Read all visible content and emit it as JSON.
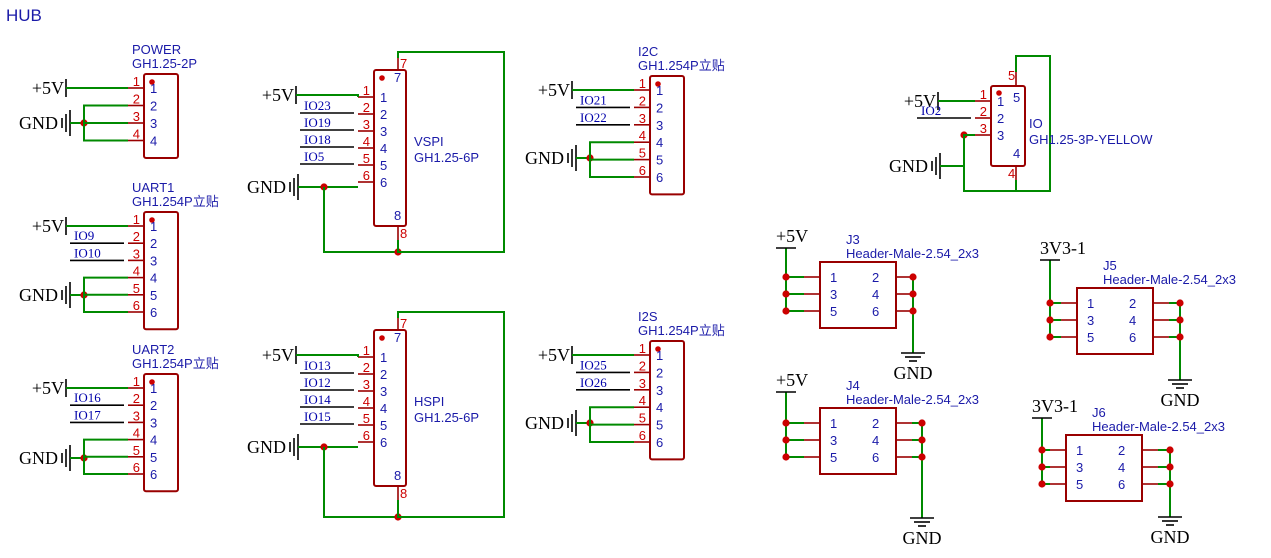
{
  "sheet_title": "HUB",
  "power_labels": {
    "v5": "+5V",
    "gnd": "GND",
    "v33": "3V3-1"
  },
  "connectors": {
    "power": {
      "ref": "POWER",
      "value": "GH1.25-2P",
      "pins": [
        "1",
        "2",
        "3",
        "4"
      ]
    },
    "uart1": {
      "ref": "UART1",
      "value": "GH1.254P立贴",
      "pins": [
        "1",
        "2",
        "3",
        "4",
        "5",
        "6"
      ],
      "nets": [
        "IO9",
        "IO10"
      ]
    },
    "uart2": {
      "ref": "UART2",
      "value": "GH1.254P立贴",
      "pins": [
        "1",
        "2",
        "3",
        "4",
        "5",
        "6"
      ],
      "nets": [
        "IO16",
        "IO17"
      ]
    },
    "vspi": {
      "ref": "VSPI",
      "value": "GH1.25-6P",
      "pins": [
        "1",
        "2",
        "3",
        "4",
        "5",
        "6",
        "7",
        "8"
      ],
      "nets": [
        "IO23",
        "IO19",
        "IO18",
        "IO5"
      ]
    },
    "hspi": {
      "ref": "HSPI",
      "value": "GH1.25-6P",
      "pins": [
        "1",
        "2",
        "3",
        "4",
        "5",
        "6",
        "7",
        "8"
      ],
      "nets": [
        "IO13",
        "IO12",
        "IO14",
        "IO15"
      ]
    },
    "i2c": {
      "ref": "I2C",
      "value": "GH1.254P立贴",
      "pins": [
        "1",
        "2",
        "3",
        "4",
        "5",
        "6"
      ],
      "nets": [
        "IO21",
        "IO22"
      ]
    },
    "i2s": {
      "ref": "I2S",
      "value": "GH1.254P立贴",
      "pins": [
        "1",
        "2",
        "3",
        "4",
        "5",
        "6"
      ],
      "nets": [
        "IO25",
        "IO26"
      ]
    },
    "io": {
      "ref": "IO",
      "value": "GH1.25-3P-YELLOW",
      "pins": [
        "1",
        "2",
        "3",
        "4",
        "5"
      ],
      "nets": [
        "IO2"
      ]
    },
    "j3": {
      "ref": "J3",
      "value": "Header-Male-2.54_2x3",
      "pins": [
        "1",
        "2",
        "3",
        "4",
        "5",
        "6"
      ]
    },
    "j4": {
      "ref": "J4",
      "value": "Header-Male-2.54_2x3",
      "pins": [
        "1",
        "2",
        "3",
        "4",
        "5",
        "6"
      ]
    },
    "j5": {
      "ref": "J5",
      "value": "Header-Male-2.54_2x3",
      "pins": [
        "1",
        "2",
        "3",
        "4",
        "5",
        "6"
      ]
    },
    "j6": {
      "ref": "J6",
      "value": "Header-Male-2.54_2x3",
      "pins": [
        "1",
        "2",
        "3",
        "4",
        "5",
        "6"
      ]
    }
  },
  "colors": {
    "wire": "#008a00",
    "component": "#990000",
    "junction": "#cc0000",
    "label": "#1a1aa8",
    "power": "#000000"
  }
}
